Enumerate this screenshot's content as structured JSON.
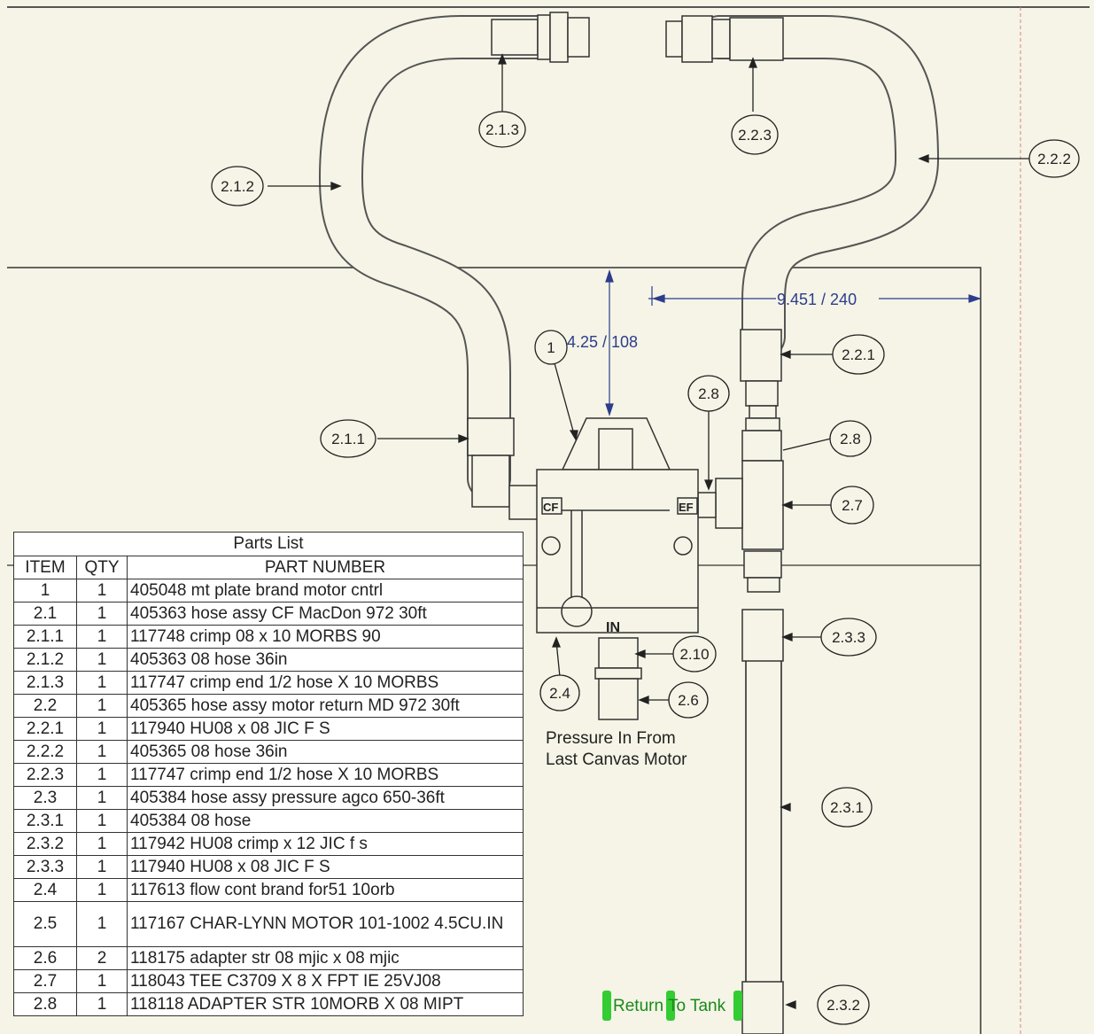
{
  "balloons": {
    "b_2_1_3": "2.1.3",
    "b_2_2_3": "2.2.3",
    "b_2_2_2": "2.2.2",
    "b_2_1_2": "2.1.2",
    "b_1": "1",
    "b_2_2_1": "2.2.1",
    "b_2_8a": "2.8",
    "b_2_1_1": "2.1.1",
    "b_2_8b": "2.8",
    "b_2_7": "2.7",
    "b_2_3_3": "2.3.3",
    "b_2_10": "2.10",
    "b_2_4": "2.4",
    "b_2_6": "2.6",
    "b_2_3_1": "2.3.1",
    "b_2_3_2": "2.3.2"
  },
  "dimensions": {
    "vertical": "4.25 / 108",
    "horizontal": "9.451 / 240"
  },
  "ports": {
    "cf": "CF",
    "ef": "EF",
    "in": "IN"
  },
  "notes": {
    "pressure_line1": "Pressure In From",
    "pressure_line2": "Last Canvas Motor",
    "return": "Return To Tank"
  },
  "parts_list": {
    "caption": "Parts List",
    "headers": {
      "item": "ITEM",
      "qty": "QTY",
      "part": "PART NUMBER"
    },
    "rows": [
      {
        "item": "1",
        "qty": "1",
        "part": "405048 mt plate brand motor cntrl"
      },
      {
        "item": "2.1",
        "qty": "1",
        "part": "405363 hose assy CF MacDon 972 30ft"
      },
      {
        "item": "2.1.1",
        "qty": "1",
        "part": "117748 crimp 08 x 10 MORBS 90"
      },
      {
        "item": "2.1.2",
        "qty": "1",
        "part": "405363 08 hose 36in"
      },
      {
        "item": "2.1.3",
        "qty": "1",
        "part": "117747 crimp end 1/2 hose X 10 MORBS"
      },
      {
        "item": "2.2",
        "qty": "1",
        "part": "405365 hose assy motor return MD 972 30ft"
      },
      {
        "item": "2.2.1",
        "qty": "1",
        "part": "117940 HU08 x 08 JIC F S"
      },
      {
        "item": "2.2.2",
        "qty": "1",
        "part": "405365 08 hose 36in"
      },
      {
        "item": "2.2.3",
        "qty": "1",
        "part": "117747 crimp end 1/2 hose X 10 MORBS"
      },
      {
        "item": "2.3",
        "qty": "1",
        "part": "405384 hose assy pressure agco 650-36ft"
      },
      {
        "item": "2.3.1",
        "qty": "1",
        "part": "405384 08 hose"
      },
      {
        "item": "2.3.2",
        "qty": "1",
        "part": "117942 HU08 crimp x 12 JIC f s"
      },
      {
        "item": "2.3.3",
        "qty": "1",
        "part": "117940 HU08 x 08 JIC F S"
      },
      {
        "item": "2.4",
        "qty": "1",
        "part": "117613 flow cont brand for51 10orb"
      },
      {
        "item": "2.5",
        "qty": "1",
        "part": "117167 CHAR-LYNN MOTOR 101-1002 4.5CU.IN"
      },
      {
        "item": "2.6",
        "qty": "2",
        "part": "118175 adapter str 08 mjic x 08 mjic"
      },
      {
        "item": "2.7",
        "qty": "1",
        "part": "118043 TEE C3709 X 8 X FPT IE 25VJ08"
      },
      {
        "item": "2.8",
        "qty": "1",
        "part": "118118 ADAPTER STR 10MORB X 08 MIPT"
      }
    ]
  },
  "colors": {
    "background": "#f5f4e6",
    "dimension": "#2c3d8c",
    "note_green": "#1a8a1a",
    "line": "#333333"
  }
}
